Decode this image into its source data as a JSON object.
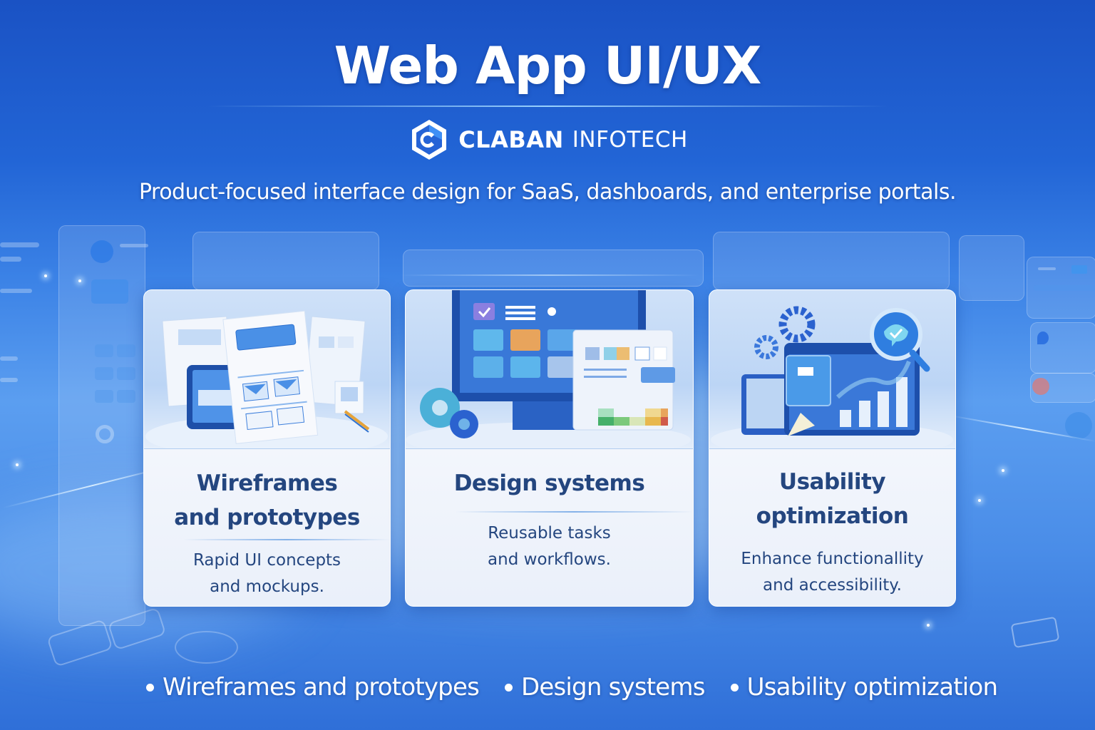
{
  "header": {
    "title": "Web App UI/UX",
    "brand": {
      "name_strong": "CLABAN",
      "name_light": "INFOTECH",
      "logo_icon": "hexagon-c-logo-icon"
    },
    "subtitle": "Product-focused interface design for SaaS, dashboards, and enterprise portals."
  },
  "cards": [
    {
      "illustration": "wireframes-prototypes-illustration",
      "title_line1": "Wireframes",
      "title_line2": "and prototypes",
      "desc_line1": "Rapid UI concepts",
      "desc_line2": "and mockups."
    },
    {
      "illustration": "design-systems-illustration",
      "title_line1": "Design systems",
      "desc_line1": "Reusable tasks",
      "desc_line2": "and workflows."
    },
    {
      "illustration": "usability-optimization-illustration",
      "title_line1": "Usability",
      "title_line2": "optimization",
      "desc_line1": "Enhance functionallity",
      "desc_line2": "and accessibility."
    }
  ],
  "bullets": [
    {
      "label": "Wireframes and prototypes"
    },
    {
      "label": "Design systems"
    },
    {
      "label": "Usability optimization"
    }
  ],
  "colors": {
    "background_top": "#1a52c4",
    "background_mid": "#5b9ef0",
    "card_text": "#24467f",
    "accent": "#2f6fd8",
    "white": "#ffffff"
  }
}
